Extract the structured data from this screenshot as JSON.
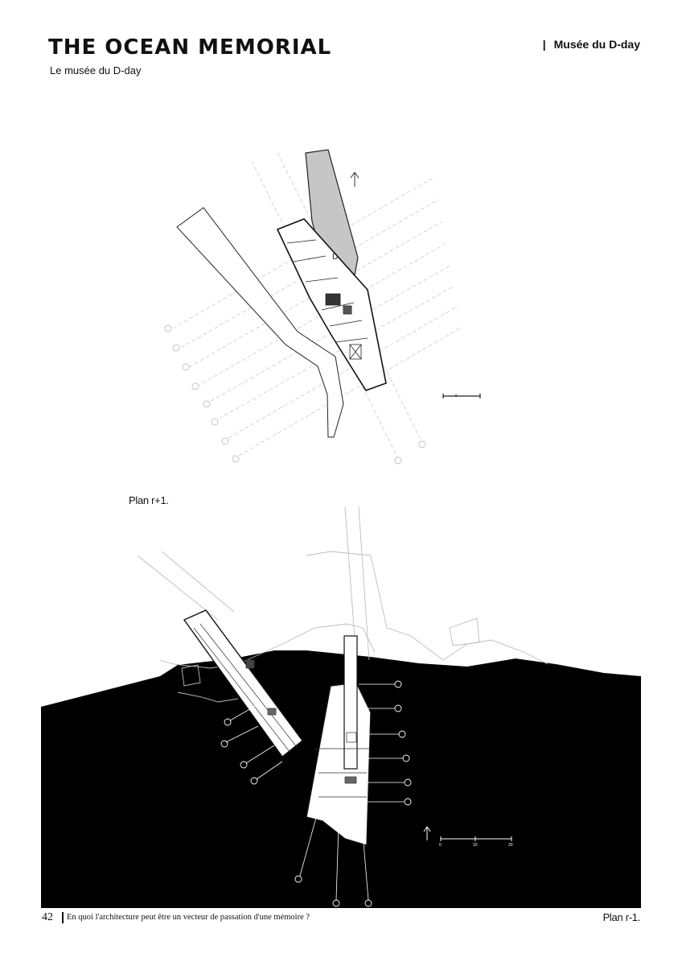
{
  "header": {
    "title": "THE OCEAN MEMORIAL",
    "subtitle": "Le musée du D-day",
    "section_tag": "Musée du D-day"
  },
  "plans": {
    "upper_label": "Plan r+1.",
    "upper_marker": "D",
    "lower_label": "Plan r-1.",
    "lower_scale_ticks": [
      "0",
      "10",
      "20"
    ]
  },
  "footer": {
    "page_number": "42",
    "question": "En quoi l'architecture peut être un vecteur de passation d'une mémoire ?"
  },
  "colors": {
    "ink": "#111111",
    "line_grey": "#b5b5b5",
    "fill_grey": "#bdbdbd",
    "ground_black": "#000000"
  }
}
